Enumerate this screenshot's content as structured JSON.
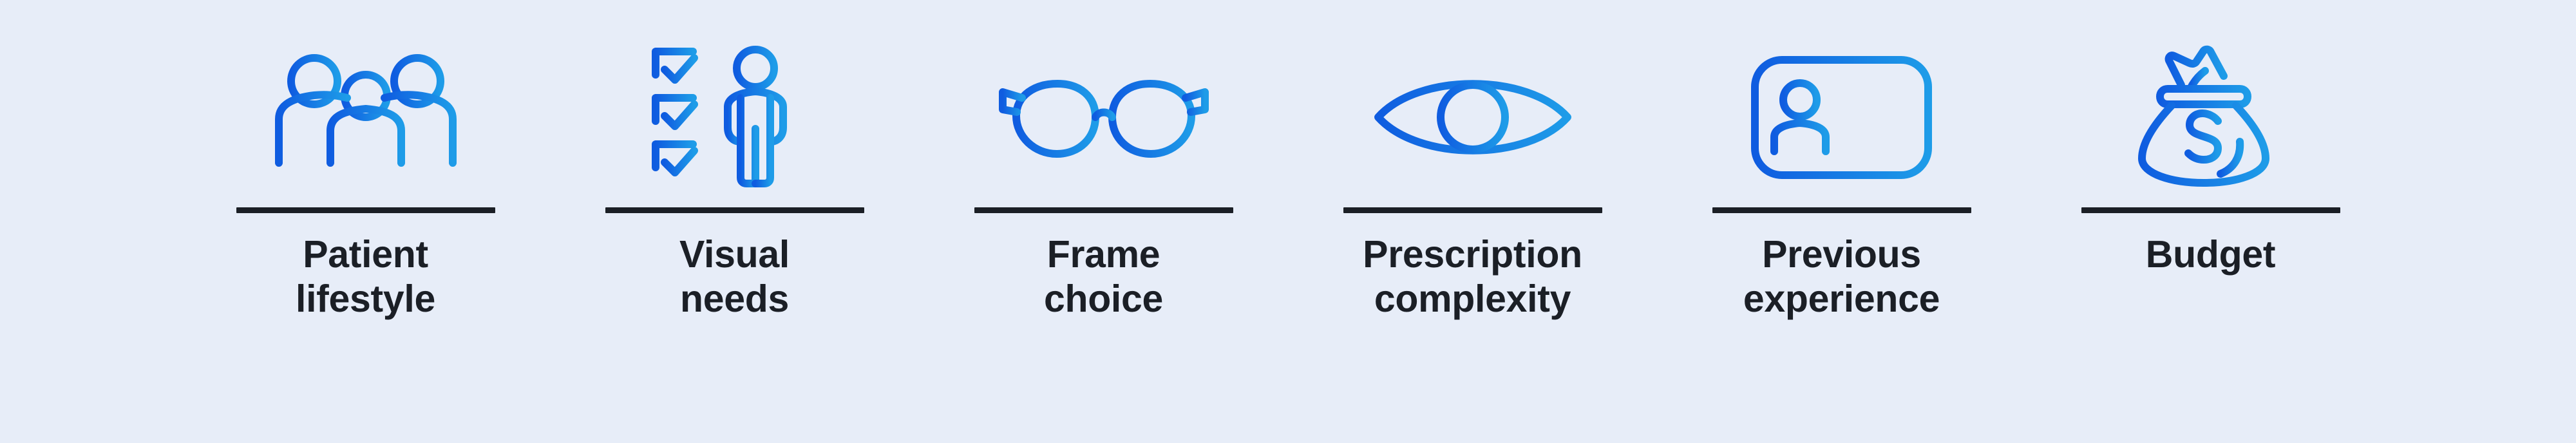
{
  "background_color": "#e7edf8",
  "text_color": "#1b1f26",
  "divider_color": "#1b1f26",
  "gradient": {
    "start": "#0f5ce0",
    "end": "#1e9ce8"
  },
  "factors": [
    {
      "id": "patient-lifestyle",
      "icon": "three-people-icon",
      "label": "Patient\nlifestyle"
    },
    {
      "id": "visual-needs",
      "icon": "checklist-person-icon",
      "label": "Visual\nneeds"
    },
    {
      "id": "frame-choice",
      "icon": "eyeglasses-icon",
      "label": "Frame\nchoice"
    },
    {
      "id": "prescription-complexity",
      "icon": "eye-icon",
      "label": "Prescription\ncomplexity"
    },
    {
      "id": "previous-experience",
      "icon": "id-card-icon",
      "label": "Previous\nexperience"
    },
    {
      "id": "budget",
      "icon": "money-bag-icon",
      "label": "Budget"
    }
  ]
}
